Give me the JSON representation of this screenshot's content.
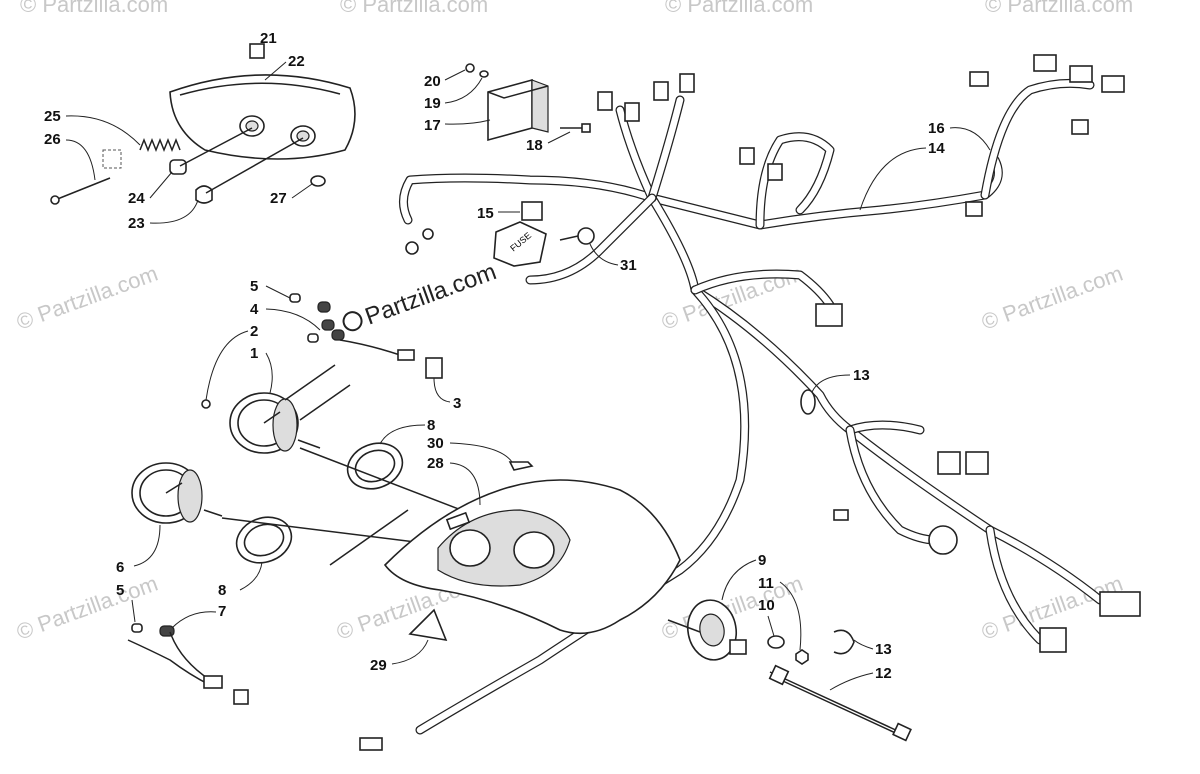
{
  "watermark": {
    "text": "© Partzilla.com",
    "center_text": "Partzilla.com"
  },
  "callouts": [
    {
      "id": "21",
      "label": "21"
    },
    {
      "id": "22",
      "label": "22"
    },
    {
      "id": "25",
      "label": "25"
    },
    {
      "id": "26",
      "label": "26"
    },
    {
      "id": "24",
      "label": "24"
    },
    {
      "id": "23",
      "label": "23"
    },
    {
      "id": "27",
      "label": "27"
    },
    {
      "id": "20",
      "label": "20"
    },
    {
      "id": "19",
      "label": "19"
    },
    {
      "id": "17",
      "label": "17"
    },
    {
      "id": "18",
      "label": "18"
    },
    {
      "id": "15",
      "label": "15"
    },
    {
      "id": "31",
      "label": "31"
    },
    {
      "id": "16",
      "label": "16"
    },
    {
      "id": "14",
      "label": "14"
    },
    {
      "id": "5a",
      "label": "5"
    },
    {
      "id": "4",
      "label": "4"
    },
    {
      "id": "2",
      "label": "2"
    },
    {
      "id": "1",
      "label": "1"
    },
    {
      "id": "3",
      "label": "3"
    },
    {
      "id": "8a",
      "label": "8"
    },
    {
      "id": "30",
      "label": "30"
    },
    {
      "id": "28",
      "label": "28"
    },
    {
      "id": "13a",
      "label": "13"
    },
    {
      "id": "6",
      "label": "6"
    },
    {
      "id": "5b",
      "label": "5"
    },
    {
      "id": "8b",
      "label": "8"
    },
    {
      "id": "7",
      "label": "7"
    },
    {
      "id": "29",
      "label": "29"
    },
    {
      "id": "9",
      "label": "9"
    },
    {
      "id": "11",
      "label": "11"
    },
    {
      "id": "10",
      "label": "10"
    },
    {
      "id": "13b",
      "label": "13"
    },
    {
      "id": "12",
      "label": "12"
    }
  ],
  "part_labels": {
    "fuse": "FUSE"
  }
}
